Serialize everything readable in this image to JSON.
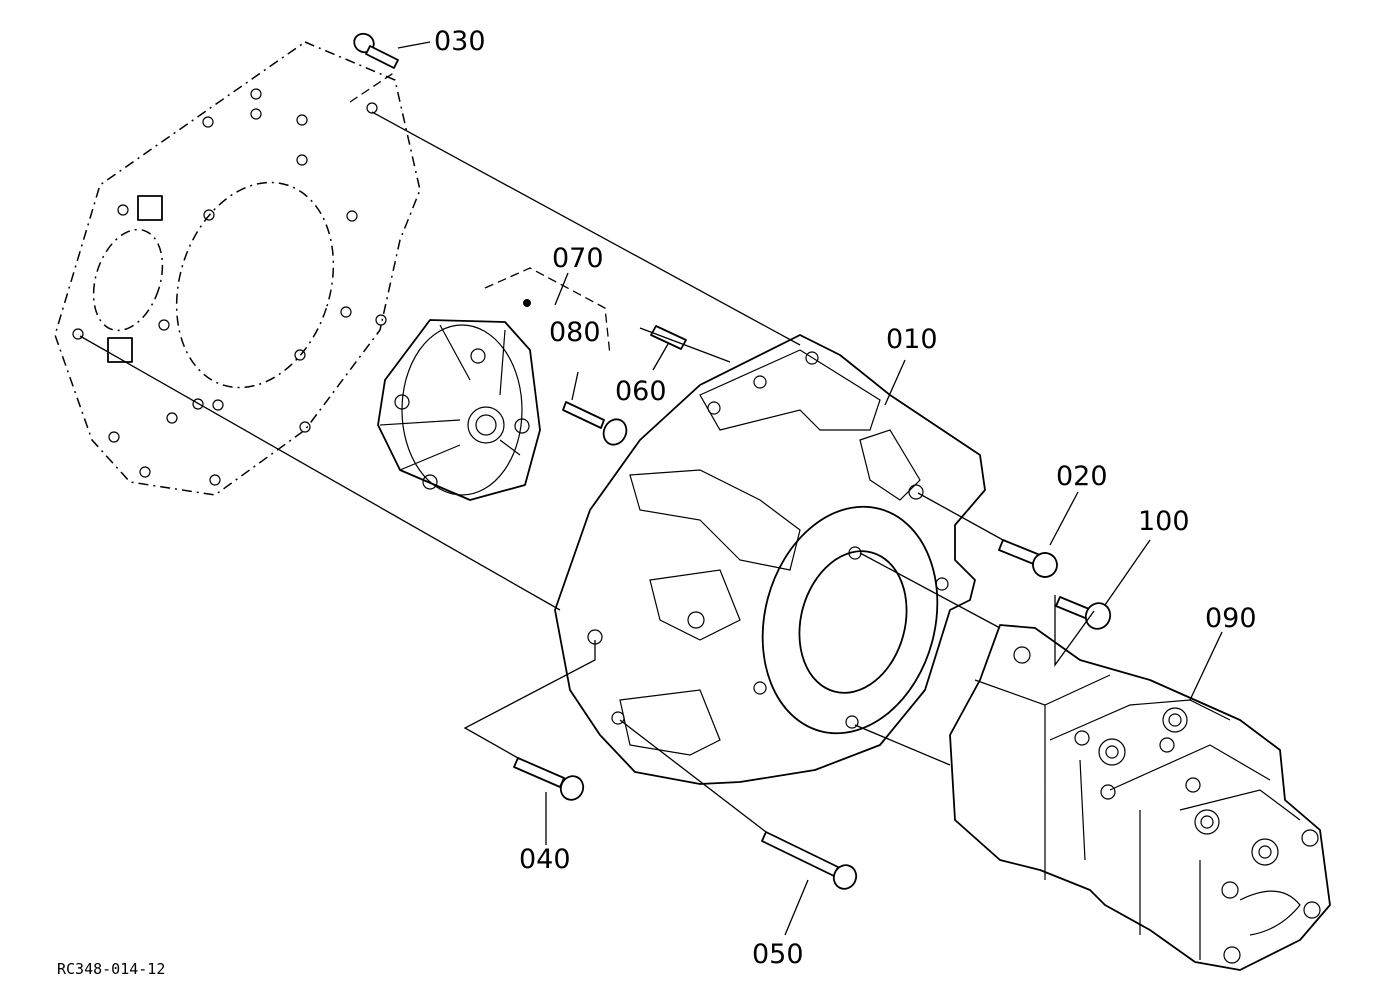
{
  "diagram": {
    "code": "RC348-014-12",
    "callouts": {
      "c010": "010",
      "c020": "020",
      "c030": "030",
      "c040": "040",
      "c050": "050",
      "c060": "060",
      "c070": "070",
      "c080": "080",
      "c090": "090",
      "c100": "100"
    }
  }
}
